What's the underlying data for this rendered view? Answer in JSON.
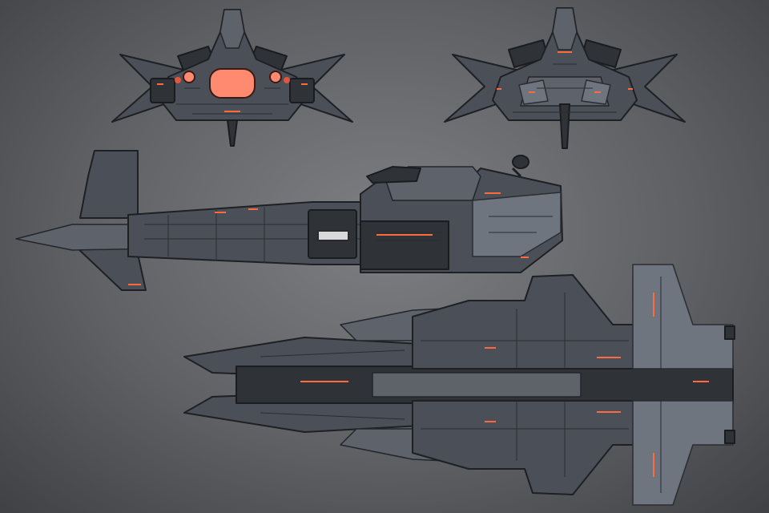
{
  "sheet": {
    "views": [
      {
        "id": "front",
        "name": "front-view"
      },
      {
        "id": "rear",
        "name": "rear-view"
      },
      {
        "id": "side",
        "name": "side-view"
      },
      {
        "id": "top",
        "name": "top-view"
      }
    ]
  },
  "colors": {
    "background_center": "#7d7f83",
    "background_edge": "#3f4145",
    "hull": "#4b4f57",
    "hull_dark": "#2f3237",
    "hull_light": "#6f757f",
    "accent_glow": "#ff6b3d",
    "engine_glow": "#ff8a70"
  }
}
